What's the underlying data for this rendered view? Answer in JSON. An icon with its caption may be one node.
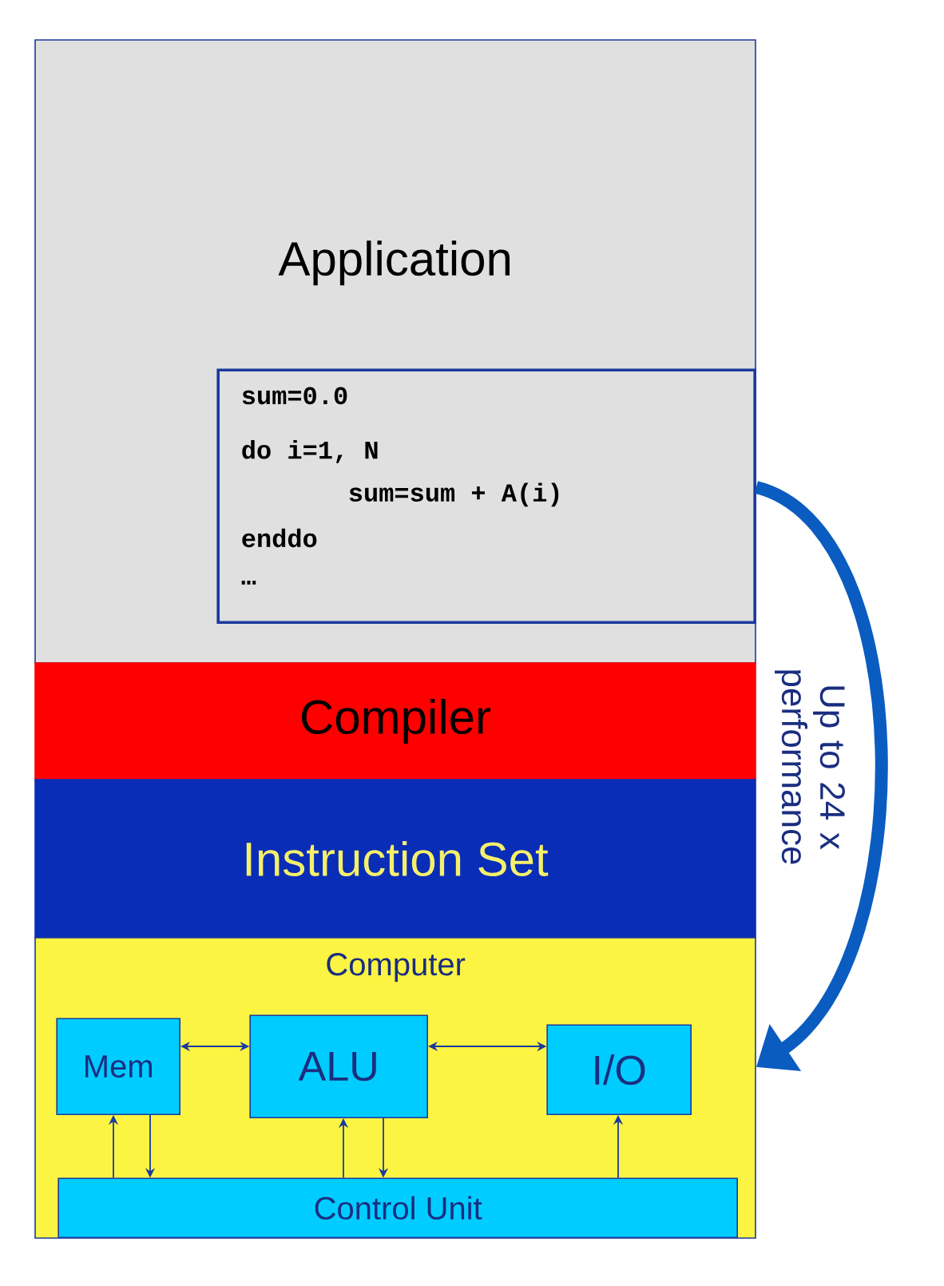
{
  "diagram": {
    "nodes": [
      {
        "text": [
          "Application"
        ]
      },
      {
        "text": [
          "sum=0.0",
          "do i=1, N",
          "sum=sum + A(i)",
          "enddo",
          "…"
        ],
        "in": 0
      },
      {
        "text": [
          "Compiler"
        ]
      },
      {
        "text": [
          "Instruction Set"
        ]
      },
      {
        "text": [
          "Computer"
        ]
      },
      {
        "text": [
          "Mem"
        ],
        "in": 4
      },
      {
        "text": [
          "ALU"
        ],
        "in": 4
      },
      {
        "text": [
          "I/O"
        ],
        "in": 4
      },
      {
        "text": [
          "Control Unit"
        ],
        "in": 4
      }
    ],
    "edges": [
      {
        "from": 5,
        "to": 6,
        "arrow": "both"
      },
      {
        "from": 6,
        "to": 7,
        "arrow": "both"
      },
      {
        "from": 8,
        "to": 5,
        "arrow": "to"
      },
      {
        "from": 5,
        "to": 8,
        "arrow": "to"
      },
      {
        "from": 8,
        "to": 6,
        "arrow": "to"
      },
      {
        "from": 6,
        "to": 8,
        "arrow": "to"
      },
      {
        "from": 8,
        "to": 7,
        "arrow": "to"
      },
      {
        "from": 1,
        "to": 4,
        "arrow": "to",
        "label": "Up to 24 x performance",
        "style": "thick",
        "color": "#0a5cc0"
      }
    ]
  }
}
